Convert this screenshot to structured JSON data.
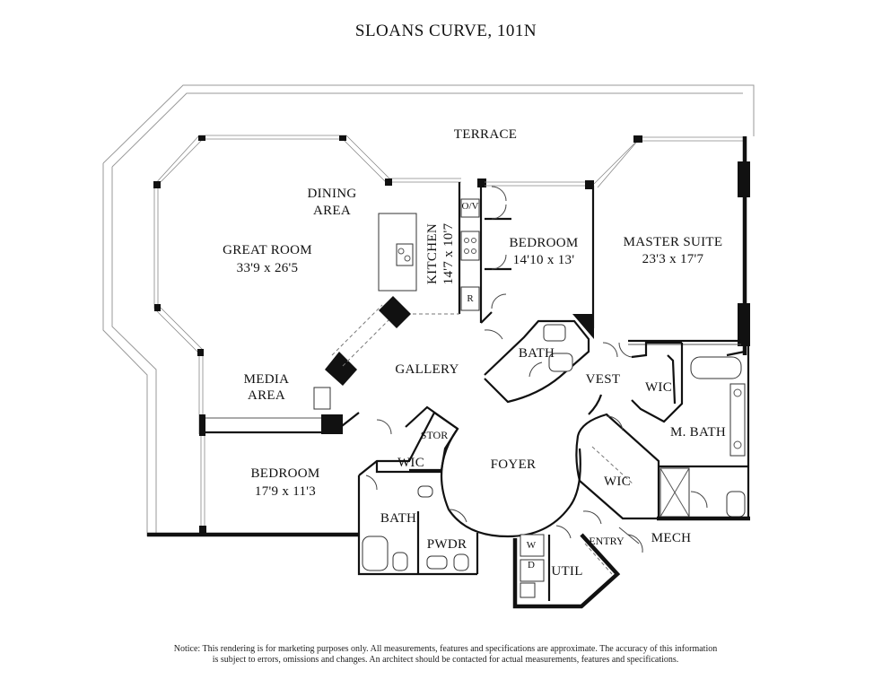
{
  "title": "SLOANS CURVE, 101N",
  "rooms": {
    "terrace": "TERRACE",
    "dining_line1": "DINING",
    "dining_line2": "AREA",
    "great_room": "GREAT ROOM",
    "great_room_dim": "33'9 x 26'5",
    "kitchen": "KITCHEN",
    "kitchen_dim": "14'7 x 10'7",
    "bedroom1": "BEDROOM",
    "bedroom1_dim": "14'10 x 13'",
    "master_suite": "MASTER SUITE",
    "master_suite_dim": "23'3 x 17'7",
    "gallery": "GALLERY",
    "media_line1": "MEDIA",
    "media_line2": "AREA",
    "bath1": "BATH",
    "vest": "VEST",
    "wic_master": "WIC",
    "m_bath": "M. BATH",
    "stor": "STOR",
    "wic_bedroom": "WIC",
    "foyer": "FOYER",
    "wic_foyer": "WIC",
    "bedroom2": "BEDROOM",
    "bedroom2_dim": "17'9 x 11'3",
    "bath2": "BATH",
    "pwdr": "PWDR",
    "entry": "ENTRY",
    "mech": "MECH",
    "util": "UTIL",
    "ov": "O/V",
    "r": "R",
    "w": "W",
    "d": "D"
  },
  "notice": {
    "line1": "Notice: This rendering is for marketing purposes only. All measurements, features and specifications are approximate. The accuracy of this information",
    "line2": "is subject to errors, omissions and changes. An architect should be contacted for actual measurements, features and specifications."
  }
}
